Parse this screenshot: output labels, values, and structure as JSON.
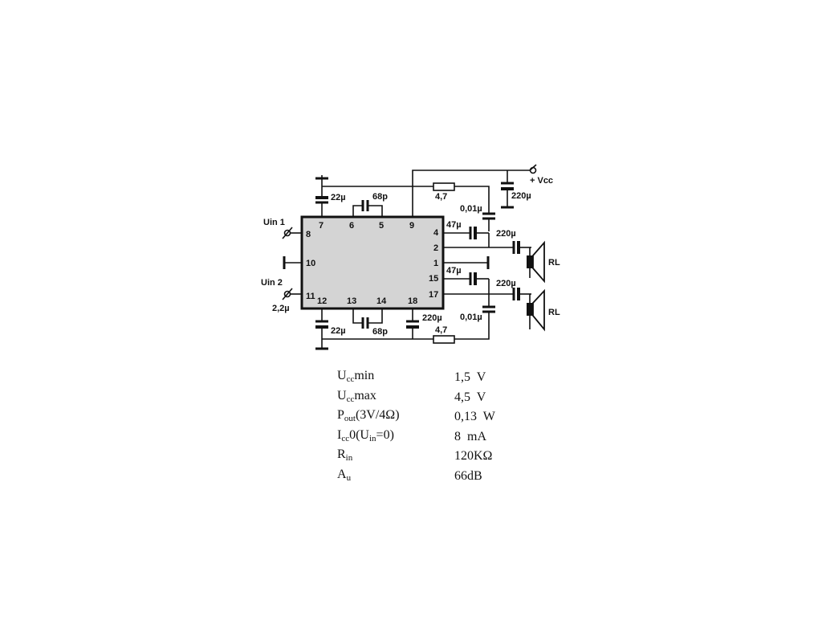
{
  "schematic": {
    "ic_pins": {
      "top": [
        "7",
        "6",
        "5",
        "9"
      ],
      "left": [
        "8",
        "10",
        "11"
      ],
      "right": [
        "4",
        "2",
        "1",
        "15",
        "17"
      ],
      "bottom": [
        "12",
        "13",
        "14",
        "18"
      ]
    },
    "inputs": {
      "in1": "Uin 1",
      "in2": "Uin 2"
    },
    "supply": "+ Vcc",
    "components": {
      "c_top_7": "22µ",
      "c_top_65": "68p",
      "r_top": "4,7",
      "c_vcc": "220µ",
      "c_top_001": "0,01µ",
      "c_47_top": "47µ",
      "c_out_top": "220µ",
      "load_top": "RL",
      "c_47_bot": "47µ",
      "c_out_bot": "220µ",
      "load_bot": "RL",
      "c_in2": "2,2µ",
      "c_bot_12": "22µ",
      "c_bot_1314": "68p",
      "c_bot_18": "220µ",
      "r_bot": "4,7",
      "c_bot_001": "0,01µ"
    }
  },
  "specs": [
    {
      "name": "U",
      "sub": "cc",
      "suffix": "min",
      "value": "1,5  V"
    },
    {
      "name": "U",
      "sub": "cc",
      "suffix": "max",
      "value": "4,5  V"
    },
    {
      "name": "P",
      "sub": "out",
      "suffix": "(3V/4Ω)",
      "value": "0,13  W"
    },
    {
      "name": "I",
      "sub": "cc",
      "suffix": "0(U",
      "sub2": "in",
      "suffix2": "=0)",
      "value": "8  mA"
    },
    {
      "name": "R",
      "sub": "in",
      "suffix": "",
      "value": "120KΩ"
    },
    {
      "name": "A",
      "sub": "u",
      "suffix": "",
      "value": "66dB"
    }
  ]
}
